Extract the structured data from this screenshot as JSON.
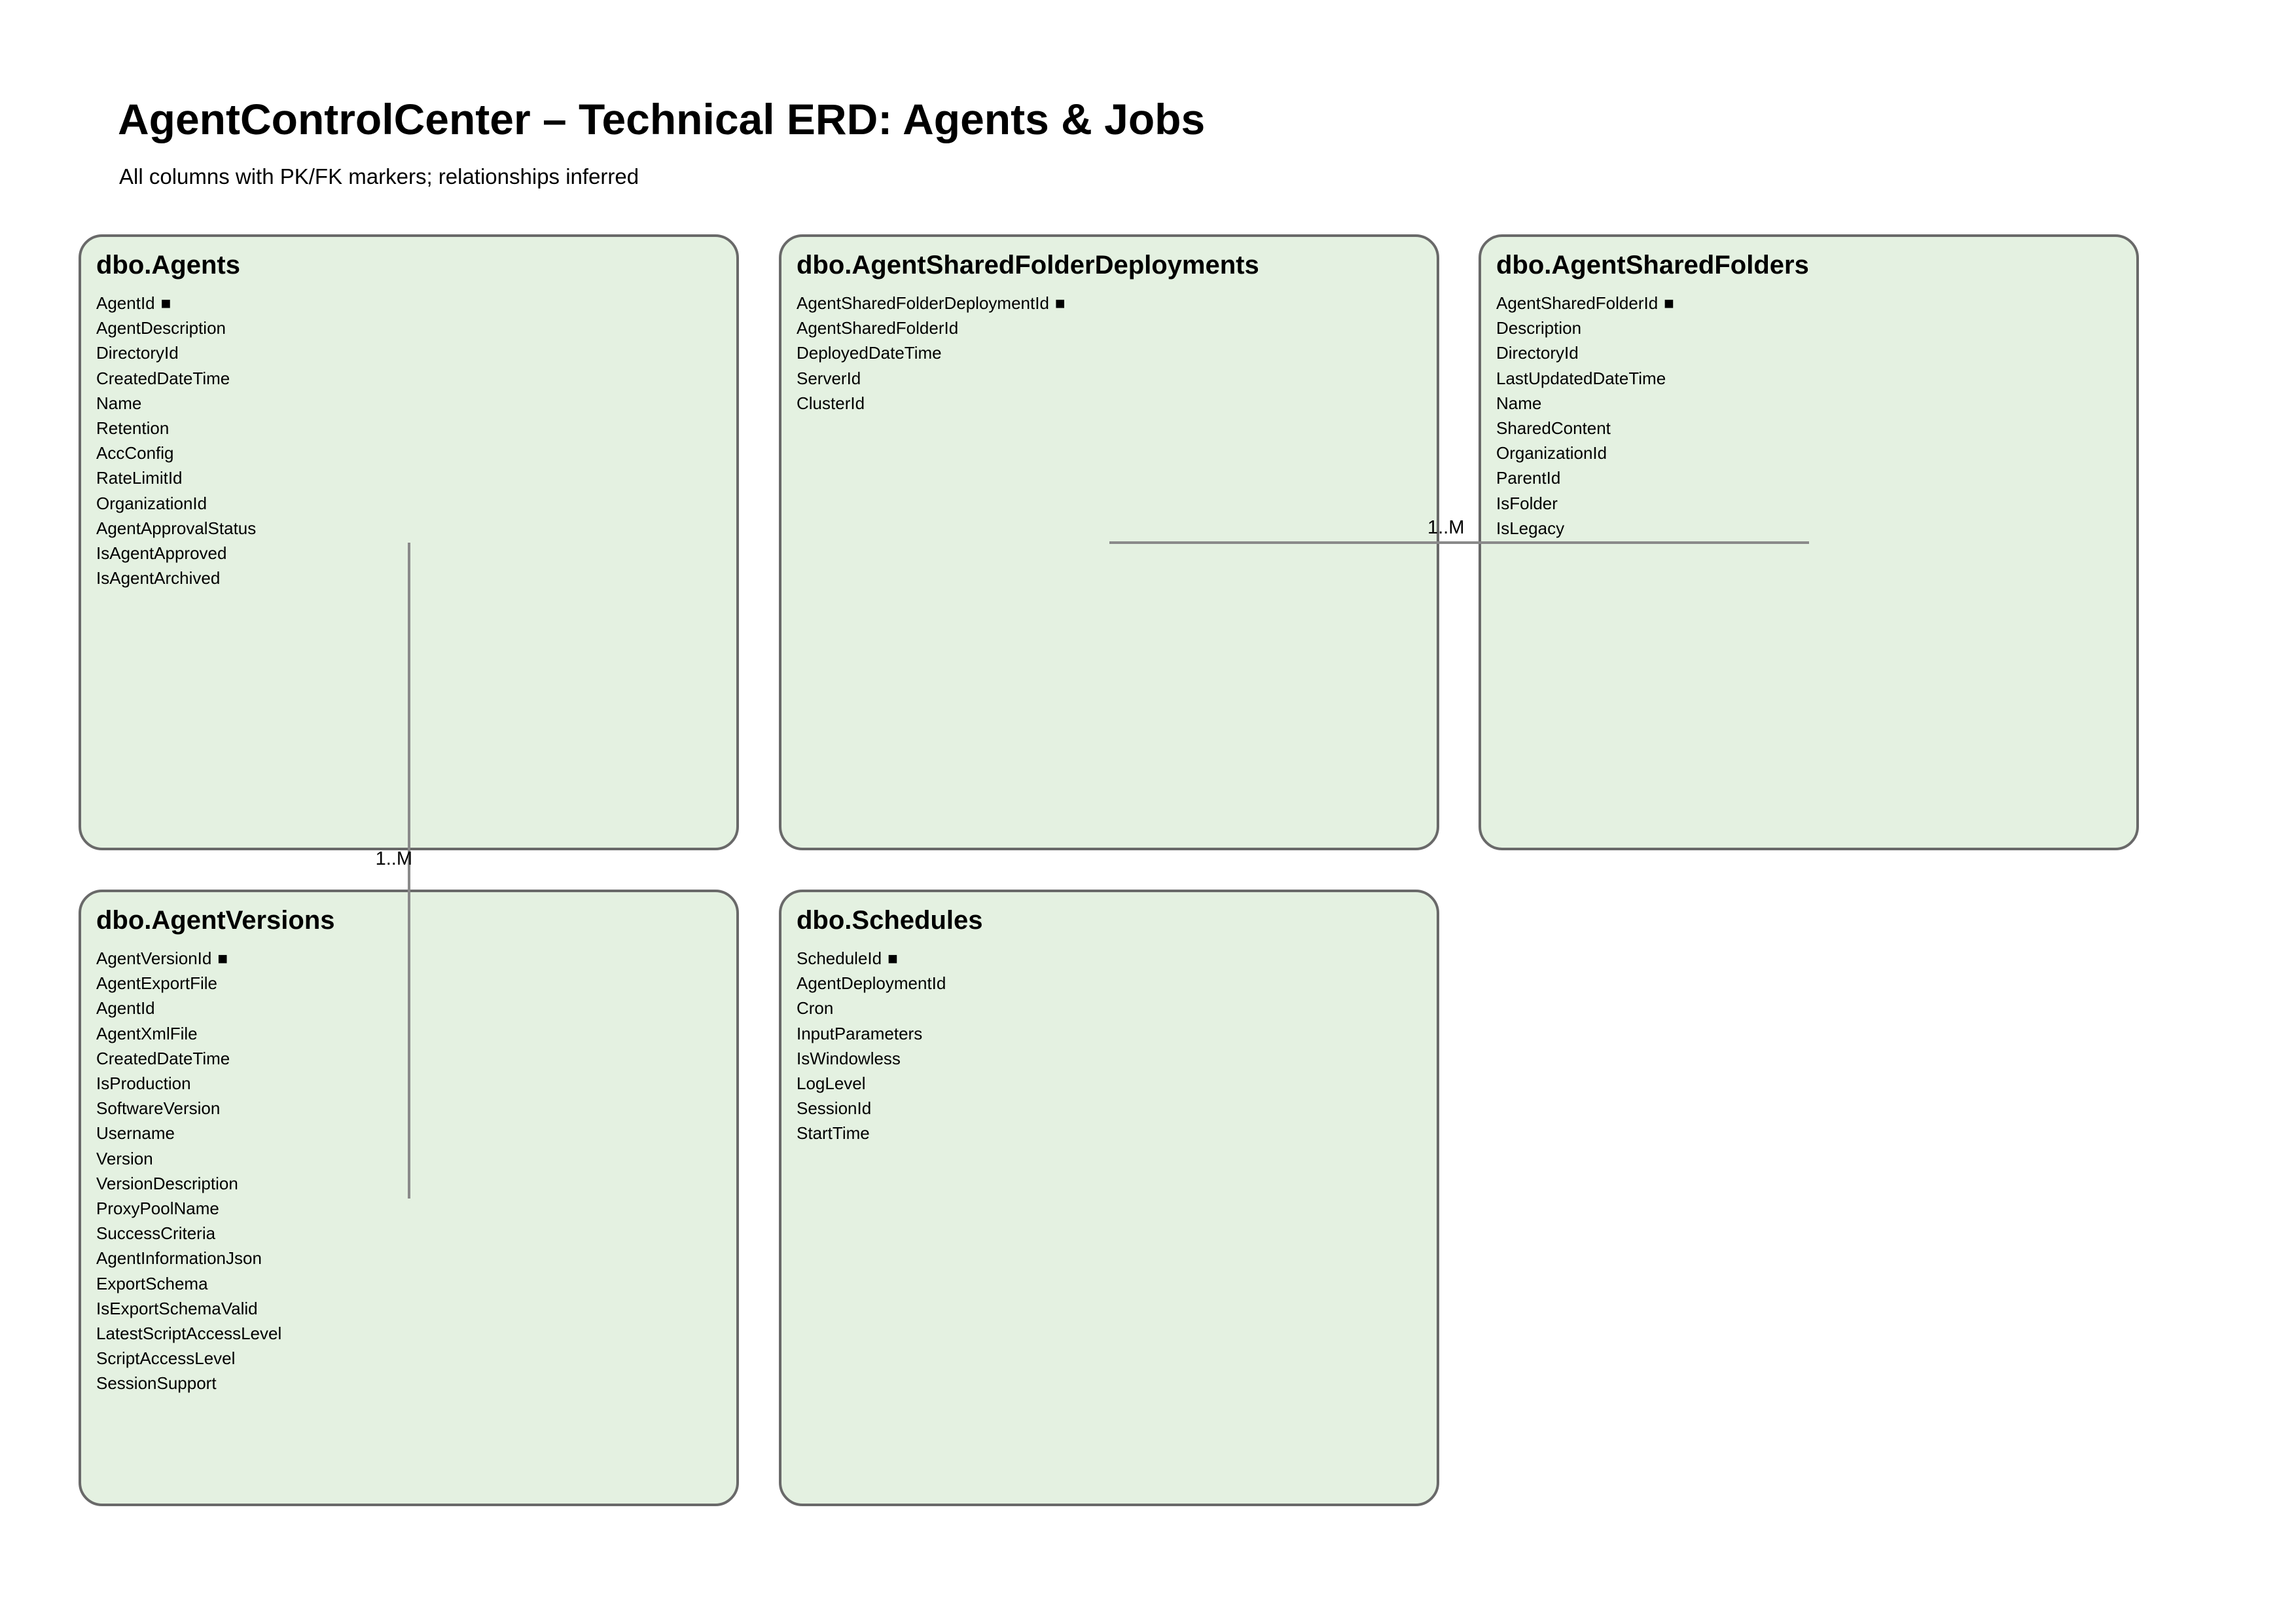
{
  "title": "AgentControlCenter – Technical ERD: Agents & Jobs",
  "subtitle": "All columns with PK/FK markers; relationships inferred",
  "pk_marker": "■",
  "colors": {
    "background": "#ffffff",
    "entity_fill": "#e4f1e1",
    "entity_border": "#696969",
    "relationship_line": "#8a8a8a",
    "text": "#000000"
  },
  "entities": [
    {
      "title": "dbo.Agents",
      "columns": [
        {
          "name": "AgentId",
          "pk": true
        },
        {
          "name": "AgentDescription",
          "pk": false
        },
        {
          "name": "DirectoryId",
          "pk": false
        },
        {
          "name": "CreatedDateTime",
          "pk": false
        },
        {
          "name": "Name",
          "pk": false
        },
        {
          "name": "Retention",
          "pk": false
        },
        {
          "name": "AccConfig",
          "pk": false
        },
        {
          "name": "RateLimitId",
          "pk": false
        },
        {
          "name": "OrganizationId",
          "pk": false
        },
        {
          "name": "AgentApprovalStatus",
          "pk": false
        },
        {
          "name": "IsAgentApproved",
          "pk": false
        },
        {
          "name": "IsAgentArchived",
          "pk": false
        }
      ]
    },
    {
      "title": "dbo.AgentSharedFolderDeployments",
      "columns": [
        {
          "name": "AgentSharedFolderDeploymentId",
          "pk": true
        },
        {
          "name": "AgentSharedFolderId",
          "pk": false
        },
        {
          "name": "DeployedDateTime",
          "pk": false
        },
        {
          "name": "ServerId",
          "pk": false
        },
        {
          "name": "ClusterId",
          "pk": false
        }
      ]
    },
    {
      "title": "dbo.AgentSharedFolders",
      "columns": [
        {
          "name": "AgentSharedFolderId",
          "pk": true
        },
        {
          "name": "Description",
          "pk": false
        },
        {
          "name": "DirectoryId",
          "pk": false
        },
        {
          "name": "LastUpdatedDateTime",
          "pk": false
        },
        {
          "name": "Name",
          "pk": false
        },
        {
          "name": "SharedContent",
          "pk": false
        },
        {
          "name": "OrganizationId",
          "pk": false
        },
        {
          "name": "ParentId",
          "pk": false
        },
        {
          "name": "IsFolder",
          "pk": false
        },
        {
          "name": "IsLegacy",
          "pk": false
        }
      ]
    },
    {
      "title": "dbo.AgentVersions",
      "columns": [
        {
          "name": "AgentVersionId",
          "pk": true
        },
        {
          "name": "AgentExportFile",
          "pk": false
        },
        {
          "name": "AgentId",
          "pk": false
        },
        {
          "name": "AgentXmlFile",
          "pk": false
        },
        {
          "name": "CreatedDateTime",
          "pk": false
        },
        {
          "name": "IsProduction",
          "pk": false
        },
        {
          "name": "SoftwareVersion",
          "pk": false
        },
        {
          "name": "Username",
          "pk": false
        },
        {
          "name": "Version",
          "pk": false
        },
        {
          "name": "VersionDescription",
          "pk": false
        },
        {
          "name": "ProxyPoolName",
          "pk": false
        },
        {
          "name": "SuccessCriteria",
          "pk": false
        },
        {
          "name": "AgentInformationJson",
          "pk": false
        },
        {
          "name": "ExportSchema",
          "pk": false
        },
        {
          "name": "IsExportSchemaValid",
          "pk": false
        },
        {
          "name": "LatestScriptAccessLevel",
          "pk": false
        },
        {
          "name": "ScriptAccessLevel",
          "pk": false
        },
        {
          "name": "SessionSupport",
          "pk": false
        }
      ]
    },
    {
      "title": "dbo.Schedules",
      "columns": [
        {
          "name": "ScheduleId",
          "pk": true
        },
        {
          "name": "AgentDeploymentId",
          "pk": false
        },
        {
          "name": "Cron",
          "pk": false
        },
        {
          "name": "InputParameters",
          "pk": false
        },
        {
          "name": "IsWindowless",
          "pk": false
        },
        {
          "name": "LogLevel",
          "pk": false
        },
        {
          "name": "SessionId",
          "pk": false
        },
        {
          "name": "StartTime",
          "pk": false
        }
      ]
    }
  ],
  "relationships": [
    {
      "from": "dbo.Agents",
      "to": "dbo.AgentVersions",
      "label": "1..M"
    },
    {
      "from": "dbo.AgentSharedFolderDeployments",
      "to": "dbo.AgentSharedFolders",
      "label": "1..M"
    }
  ]
}
